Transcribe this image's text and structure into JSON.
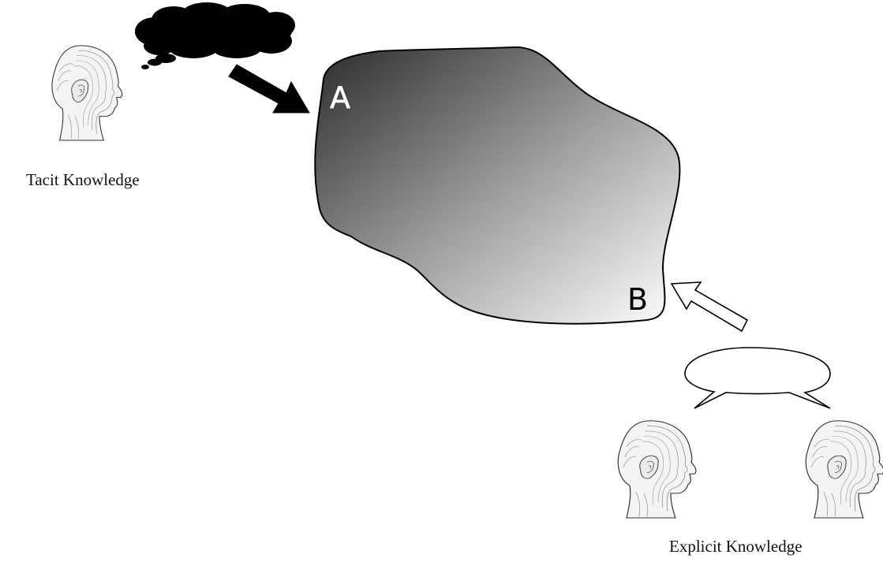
{
  "labels": {
    "tacit": "Tacit Knowledge",
    "explicit": "Explicit Knowledge",
    "point_a": "A",
    "point_b": "B"
  },
  "icons": {
    "thinking_head": "head-profile-icon",
    "thought_cloud": "thought-cloud-icon",
    "speech_bubble": "speech-bubble-icon",
    "left_speaker_head": "head-profile-icon",
    "right_speaker_head": "head-profile-icon"
  },
  "colors": {
    "blob_dark": "#2b2b2b",
    "blob_light": "#ffffff",
    "outline": "#000000",
    "cloud_fill": "#000000",
    "arrow_solid": "#000000",
    "arrow_hollow": "#ffffff",
    "head_line": "#555555"
  }
}
